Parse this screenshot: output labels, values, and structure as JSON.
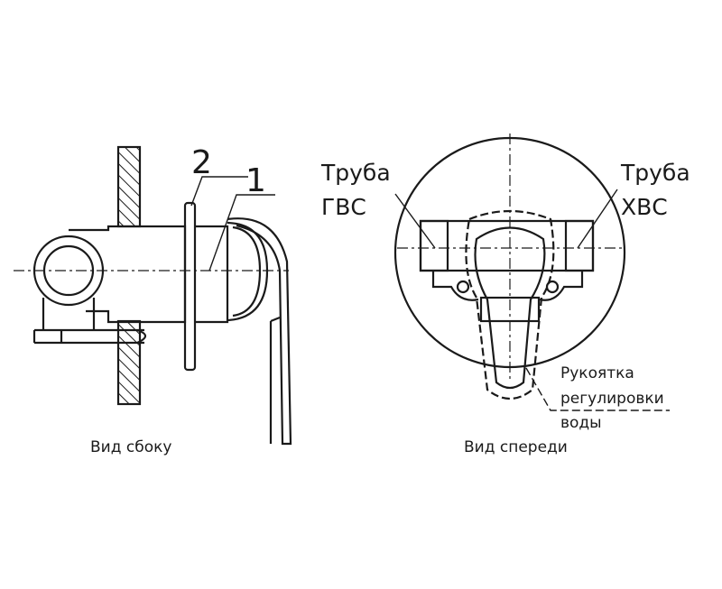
{
  "side_view": {
    "caption": "Вид сбоку",
    "callout_2": "2",
    "callout_1": "1"
  },
  "front_view": {
    "caption": "Вид спереди",
    "hot_pipe": {
      "line1": "Труба",
      "line2": "ГВС"
    },
    "cold_pipe": {
      "line1": "Труба",
      "line2": "ХВС"
    },
    "handle_note": {
      "line1": "Рукоятка",
      "line2": "регулировки",
      "line3": "воды"
    }
  },
  "colors": {
    "stroke": "#1a1a1a",
    "background": "#ffffff"
  }
}
